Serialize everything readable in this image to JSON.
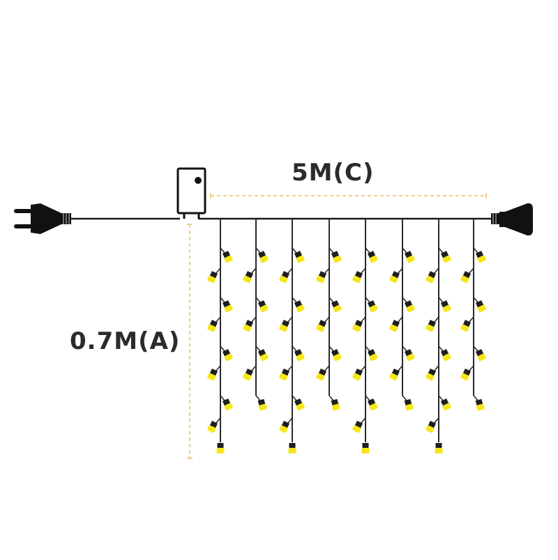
{
  "diagram": {
    "title": "LED icicle curtain light dimension diagram",
    "labels": {
      "width": "5M(C)",
      "height": "0.7M(A)"
    },
    "colors": {
      "wire": "#1a1a1a",
      "bulb_cap": "#1f1f1f",
      "bulb_light": "#f5e61a",
      "dimension_line": "#e8c060",
      "text": "#2b2b2b",
      "background": "#ffffff"
    },
    "components": {
      "plug": "eu-male-plug-icon",
      "controller": "controller-box-icon",
      "end_connector": "female-end-connector-icon"
    },
    "strands": {
      "count": 8,
      "x_positions": [
        316,
        367,
        419,
        472,
        524,
        577,
        629,
        679
      ],
      "pattern": [
        "long",
        "short",
        "long",
        "short",
        "long",
        "short",
        "long",
        "short"
      ],
      "long_bulbs": 9,
      "short_bulbs": 7
    }
  }
}
